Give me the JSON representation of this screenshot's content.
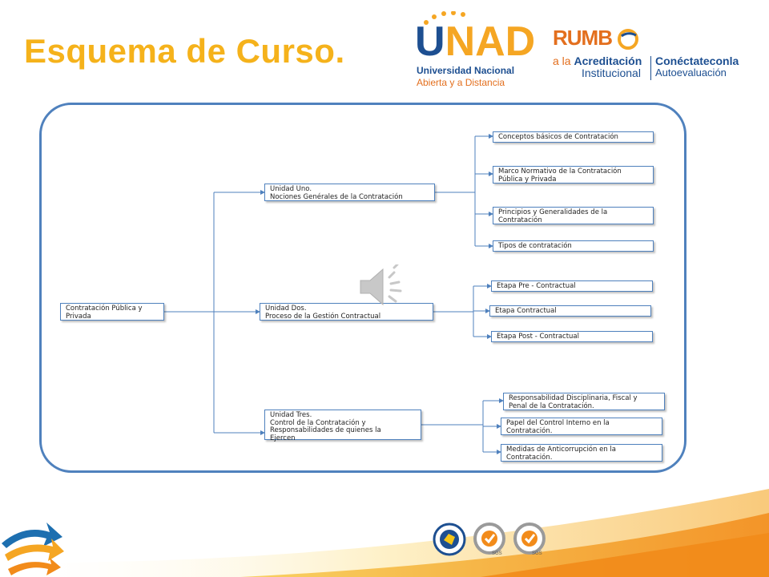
{
  "slide": {
    "title": "Esquema de Curso.",
    "logos": {
      "unad": {
        "wordmark_u": "U",
        "wordmark_rest": "NAD",
        "line1": "Universidad Nacional",
        "line2": "Abierta y a Distancia"
      },
      "rumbo": {
        "word": "RUMB",
        "line1_prefix": "a la ",
        "line1_bold": "Acreditación",
        "line2": "Institucional",
        "right1": "Conéctateconla",
        "right2": "Autoevaluación"
      }
    },
    "seals": [
      {
        "name": "icontec-seal",
        "text": ""
      },
      {
        "name": "sgs-seal-1",
        "text": "SGS"
      },
      {
        "name": "sgs-seal-2",
        "text": "SGS"
      }
    ],
    "colors": {
      "title": "#f5b21b",
      "frame": "#4f81bd",
      "line": "#4f81bd",
      "brand_blue": "#1d4f91",
      "brand_orange": "#e36f1e"
    }
  },
  "diagram": {
    "root": "Contratación Pública y\nPrivada",
    "units": [
      {
        "label": "Unidad Uno.\nNociones Genérales de la Contratación",
        "children": [
          "Conceptos básicos de Contratación",
          "Marco Normativo de la Contratación\nPública y Privada",
          "Principios y Generalidades de la\nContratación",
          "Tipos de contratación"
        ]
      },
      {
        "label": "Unidad Dos.\nProceso de la Gestión Contractual",
        "children": [
          "Etapa Pre - Contractual",
          "Etapa Contractual",
          "Etapa Post -  Contractual"
        ]
      },
      {
        "label": "Unidad Tres.\nControl de la Contratación y\nResponsabilidades de quienes la\nEjercen",
        "children": [
          "Responsabilidad Disciplinaria, Fiscal y\nPenal de la Contratación.",
          "Papel del Control Interno en la\nContratación.",
          "Medidas de Anticorrupción en la\nContratación."
        ]
      }
    ]
  }
}
